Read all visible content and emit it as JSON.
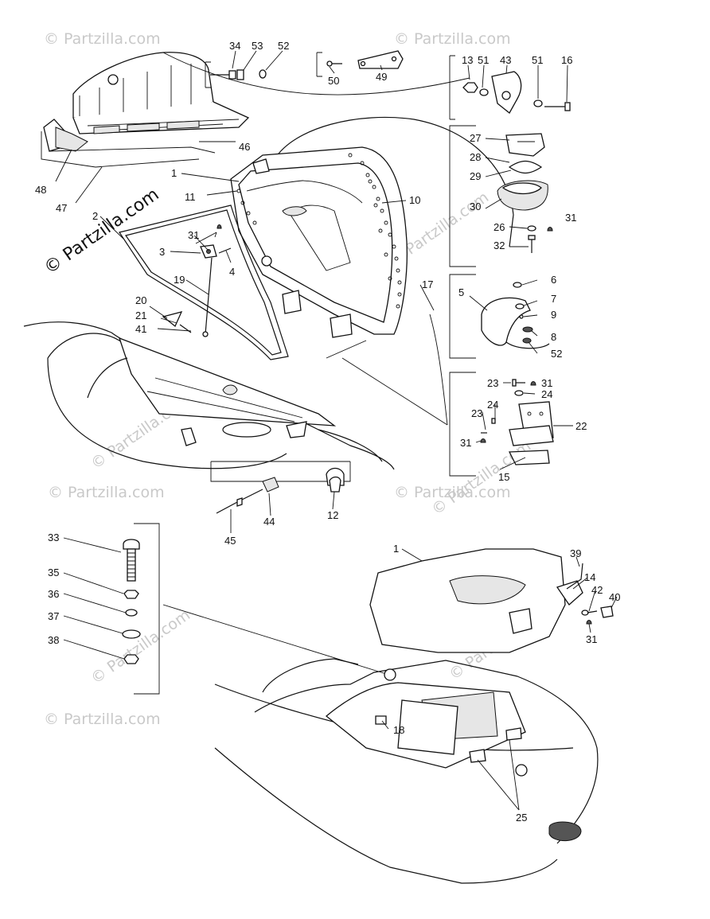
{
  "watermark": {
    "main": "© Partzilla.com",
    "faint": "© Partzilla.com"
  },
  "callouts": {
    "c34": "34",
    "c53": "53",
    "c52a": "52",
    "c50": "50",
    "c49": "49",
    "c13": "13",
    "c51a": "51",
    "c43": "43",
    "c51b": "51",
    "c16": "16",
    "c46": "46",
    "c48": "48",
    "c47": "47",
    "c1a": "1",
    "c11": "11",
    "c2": "2",
    "c31a": "31",
    "c3": "3",
    "c4": "4",
    "c19": "19",
    "c20": "20",
    "c21": "21",
    "c41": "41",
    "c10": "10",
    "c17": "17",
    "c27": "27",
    "c28": "28",
    "c29": "29",
    "c30": "30",
    "c26": "26",
    "c31b": "31",
    "c32": "32",
    "c5": "5",
    "c6": "6",
    "c7": "7",
    "c9": "9",
    "c8": "8",
    "c52b": "52",
    "c23a": "23",
    "c31c": "31",
    "c24a": "24",
    "c24b": "24",
    "c23b": "23",
    "c22": "22",
    "c31d": "31",
    "c15": "15",
    "c44": "44",
    "c12": "12",
    "c45": "45",
    "c33": "33",
    "c35": "35",
    "c36": "36",
    "c37": "37",
    "c38": "38",
    "c1b": "1",
    "c39": "39",
    "c14": "14",
    "c42": "42",
    "c40": "40",
    "c31e": "31",
    "c18": "18",
    "c25": "25"
  }
}
